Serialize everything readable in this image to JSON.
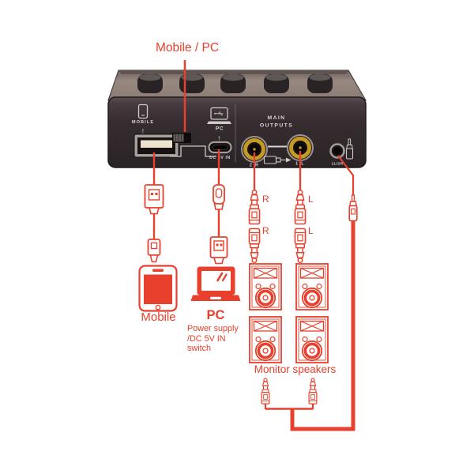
{
  "colors": {
    "accent": "#e8402c",
    "device_body": "#362d30",
    "device_body_edge": "#221c1e",
    "device_top": "#94857e",
    "device_top_edge": "#685c58",
    "panel_text": "#d9d3d1",
    "jack_gold": "#c49a26",
    "port_tongue": "#eee3cd",
    "metal": "#a8a09c"
  },
  "annotations": {
    "mobile_pc_label": "Mobile / PC",
    "mobile_label": "Mobile",
    "pc_label": "PC",
    "pc_sub_lines": [
      "Power supply",
      "/DC 5V IN",
      "switch"
    ],
    "monitor_speakers_label": "Monitor speakers",
    "jack_r_top": "R",
    "jack_r_bottom": "R",
    "jack_l_top": "L",
    "jack_l_bottom": "L"
  },
  "device_panel": {
    "mobile_port_label": "MOBILE",
    "mobile_arrow": "↑",
    "pc_port_label": "PC",
    "pc_arrow": "↑",
    "dc_in_label": "DC 5V IN",
    "main_outputs_line1": "MAIN",
    "main_outputs_line2": "OUTPUTS",
    "output_2r_label": "2 R",
    "output_1l_label": "1 L",
    "output_mini_label": "1L/2R"
  },
  "icons": {
    "phone-icon": "svg-shape",
    "laptop-icon": "svg-shape",
    "usb-a-connector-icon": "svg-shape",
    "micro-usb-connector-icon": "svg-shape",
    "usb-c-connector-icon": "svg-shape",
    "jack-plug-icon": "svg-shape",
    "mini-jack-plug-icon": "svg-shape",
    "speaker-icon": "svg-shape",
    "up-arrow-icon": "↑"
  }
}
